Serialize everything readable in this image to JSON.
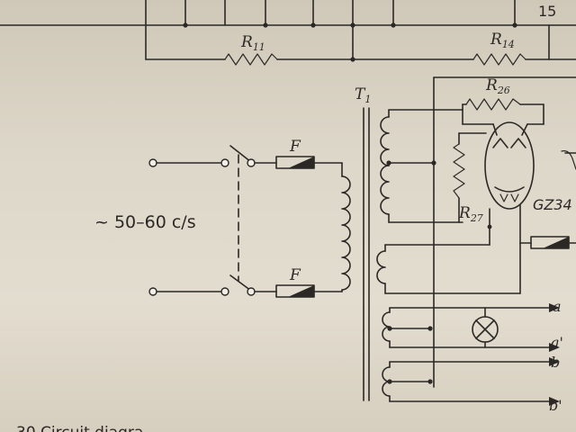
{
  "labels": {
    "r11": "R",
    "r11_sub": "11",
    "r14": "R",
    "r14_sub": "14",
    "r26": "R",
    "r26_sub": "26",
    "r27": "R",
    "r27_sub": "27",
    "t1": "T",
    "t1_sub": "1",
    "fuse_top": "F",
    "fuse_bottom": "F",
    "mains": "~ 50–60 c/s",
    "tube": "GZ34",
    "out_a": "a",
    "out_a_prime": "a'",
    "out_b": "b",
    "out_b_prime": "b'",
    "corner_fragment": "15",
    "caption_fragment": "30  Circuit diagra...."
  }
}
